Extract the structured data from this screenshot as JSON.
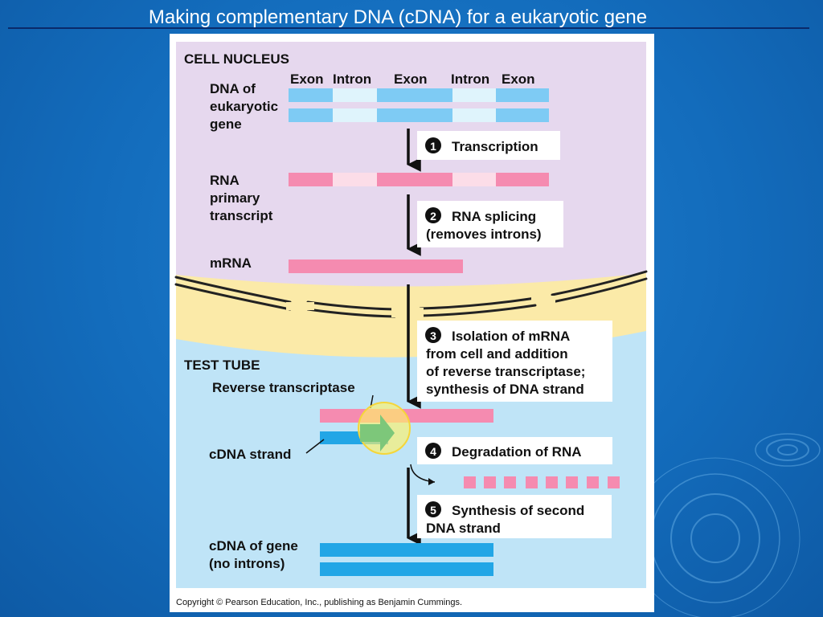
{
  "slide": {
    "title": "Making complementary DNA (cDNA) for a eukaryotic gene"
  },
  "figure": {
    "region_cell": "CELL NUCLEUS",
    "region_tube": "TEST TUBE",
    "dna_label": [
      "DNA of",
      "eukaryotic",
      "gene"
    ],
    "segment_labels": [
      "Exon",
      "Intron",
      "Exon",
      "Intron",
      "Exon"
    ],
    "rna_label": [
      "RNA",
      "primary",
      "transcript"
    ],
    "mrna_label": "mRNA",
    "enzyme_label": "Reverse transcriptase",
    "cdna_strand_label": "cDNA strand",
    "cdna_gene_label": [
      "cDNA of gene",
      "(no introns)"
    ],
    "steps": [
      {
        "number": "1",
        "lines": [
          "Transcription"
        ]
      },
      {
        "number": "2",
        "lines": [
          "RNA splicing",
          "(removes introns)"
        ]
      },
      {
        "number": "3",
        "lines": [
          "Isolation of mRNA",
          "from cell and addition",
          "of reverse transcriptase;",
          "synthesis of DNA strand"
        ]
      },
      {
        "number": "4",
        "lines": [
          "Degradation of RNA"
        ]
      },
      {
        "number": "5",
        "lines": [
          "Synthesis of second",
          "DNA strand"
        ]
      }
    ],
    "copyright": "Copyright © Pearson Education, Inc., publishing as Benjamin Cummings.",
    "colors": {
      "nucleus_bg": "#e6d8ee",
      "envelope": "#fbeaa8",
      "test_tube_bg": "#bfe4f7",
      "exon_dna": "#7ecbf4",
      "intron_dna": "#dff4fc",
      "exon_rna": "#f58bb0",
      "intron_rna": "#fcdde8",
      "cdna": "#22a6e6",
      "enzyme": "#fdf16a",
      "arrow_green": "#7dc77a"
    }
  }
}
